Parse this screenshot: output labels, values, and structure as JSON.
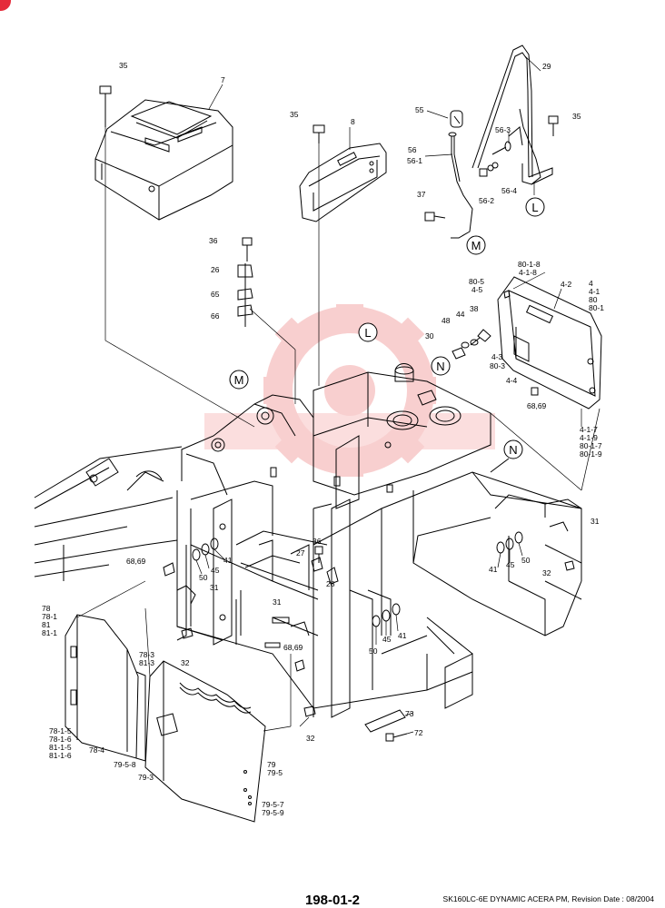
{
  "page": {
    "page_number": "198-01-2",
    "footer": "SK160LC-6E DYNAMIC ACERA PM, Revision Date : 08/2004",
    "watermark_color": "#f3a9a9"
  },
  "callouts": [
    {
      "id": "c-35a",
      "text": "35"
    },
    {
      "id": "c-7",
      "text": "7"
    },
    {
      "id": "c-35b",
      "text": "35"
    },
    {
      "id": "c-8",
      "text": "8"
    },
    {
      "id": "c-29",
      "text": "29"
    },
    {
      "id": "c-55",
      "text": "55"
    },
    {
      "id": "c-56-3",
      "text": "56-3"
    },
    {
      "id": "c-35c",
      "text": "35"
    },
    {
      "id": "c-56",
      "text": "56"
    },
    {
      "id": "c-56-1",
      "text": "56-1"
    },
    {
      "id": "c-37",
      "text": "37"
    },
    {
      "id": "c-56-2",
      "text": "56-2"
    },
    {
      "id": "c-56-4",
      "text": "56-4"
    },
    {
      "id": "c-36a",
      "text": "36"
    },
    {
      "id": "c-26",
      "text": "26"
    },
    {
      "id": "c-65",
      "text": "65"
    },
    {
      "id": "c-66",
      "text": "66"
    },
    {
      "id": "c-80-1-8",
      "text": "80-1-8"
    },
    {
      "id": "c-4-1-8",
      "text": "4-1-8"
    },
    {
      "id": "c-80-5",
      "text": "80-5"
    },
    {
      "id": "c-4-5",
      "text": "4-5"
    },
    {
      "id": "c-4-2",
      "text": "4-2"
    },
    {
      "id": "c-4",
      "text": "4"
    },
    {
      "id": "c-4-1",
      "text": "4-1"
    },
    {
      "id": "c-80",
      "text": "80"
    },
    {
      "id": "c-80-1",
      "text": "80-1"
    },
    {
      "id": "c-44",
      "text": "44"
    },
    {
      "id": "c-38",
      "text": "38"
    },
    {
      "id": "c-48",
      "text": "48"
    },
    {
      "id": "c-30",
      "text": "30"
    },
    {
      "id": "c-4-3",
      "text": "4-3"
    },
    {
      "id": "c-80-3",
      "text": "80-3"
    },
    {
      "id": "c-4-4",
      "text": "4-4"
    },
    {
      "id": "c-68-69a",
      "text": "68,69"
    },
    {
      "id": "c-4-1-7",
      "text": "4-1-7"
    },
    {
      "id": "c-4-1-9",
      "text": "4-1-9"
    },
    {
      "id": "c-80-1-7",
      "text": "80-1-7"
    },
    {
      "id": "c-80-1-9",
      "text": "80-1-9"
    },
    {
      "id": "c-31a",
      "text": "31"
    },
    {
      "id": "c-41a",
      "text": "41"
    },
    {
      "id": "c-45a",
      "text": "45"
    },
    {
      "id": "c-50a",
      "text": "50"
    },
    {
      "id": "c-32a",
      "text": "32"
    },
    {
      "id": "c-68-69b",
      "text": "68,69"
    },
    {
      "id": "c-41b",
      "text": "41"
    },
    {
      "id": "c-45b",
      "text": "45"
    },
    {
      "id": "c-50b",
      "text": "50"
    },
    {
      "id": "c-31b",
      "text": "31"
    },
    {
      "id": "c-36b",
      "text": "36"
    },
    {
      "id": "c-27",
      "text": "27"
    },
    {
      "id": "c-28",
      "text": "28"
    },
    {
      "id": "c-78",
      "text": "78"
    },
    {
      "id": "c-78-1",
      "text": "78-1"
    },
    {
      "id": "c-81",
      "text": "81"
    },
    {
      "id": "c-81-1",
      "text": "81-1"
    },
    {
      "id": "c-31c",
      "text": "31"
    },
    {
      "id": "c-68-69c",
      "text": "68,69"
    },
    {
      "id": "c-50c",
      "text": "50"
    },
    {
      "id": "c-45c",
      "text": "45"
    },
    {
      "id": "c-41c",
      "text": "41"
    },
    {
      "id": "c-78-3",
      "text": "78-3"
    },
    {
      "id": "c-81-3",
      "text": "81-3"
    },
    {
      "id": "c-32b",
      "text": "32"
    },
    {
      "id": "c-73",
      "text": "73"
    },
    {
      "id": "c-72",
      "text": "72"
    },
    {
      "id": "c-78-1-5",
      "text": "78-1-5"
    },
    {
      "id": "c-78-1-6",
      "text": "78-1-6"
    },
    {
      "id": "c-81-1-5",
      "text": "81-1-5"
    },
    {
      "id": "c-81-1-6",
      "text": "81-1-6"
    },
    {
      "id": "c-78-4",
      "text": "78-4"
    },
    {
      "id": "c-79-5-8",
      "text": "79-5-8"
    },
    {
      "id": "c-79-3",
      "text": "79-3"
    },
    {
      "id": "c-32c",
      "text": "32"
    },
    {
      "id": "c-79",
      "text": "79"
    },
    {
      "id": "c-79-5",
      "text": "79-5"
    },
    {
      "id": "c-79-5-7",
      "text": "79-5-7"
    },
    {
      "id": "c-79-5-9",
      "text": "79-5-9"
    }
  ],
  "reference_marks": [
    {
      "id": "ref-L-top",
      "text": "L"
    },
    {
      "id": "ref-M-top",
      "text": "M"
    },
    {
      "id": "ref-L-mid",
      "text": "L"
    },
    {
      "id": "ref-M-mid",
      "text": "M"
    },
    {
      "id": "ref-N-left",
      "text": "N"
    },
    {
      "id": "ref-N-right",
      "text": "N"
    }
  ]
}
